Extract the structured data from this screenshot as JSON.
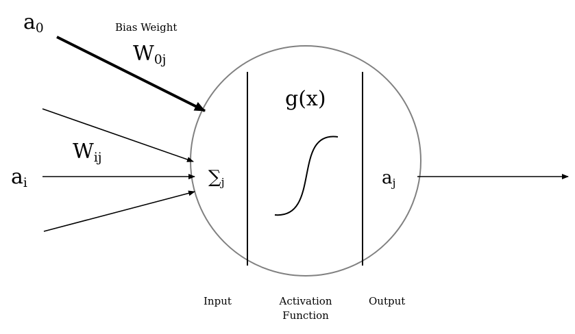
{
  "labels": {
    "bias_input": {
      "base": "a",
      "sub": "0"
    },
    "bias_weight_caption": "Bias Weight",
    "bias_weight": {
      "base": "W",
      "sub": "0j"
    },
    "input_weight": {
      "base": "W",
      "sub": "ij"
    },
    "input": {
      "base": "a",
      "sub": "i"
    },
    "sum": {
      "base": "∑",
      "sub": "j"
    },
    "activation_fn": "g(x)",
    "output": {
      "base": "a",
      "sub": "j"
    },
    "section_input": "Input",
    "section_activation_line1": "Activation",
    "section_activation_line2": "Function",
    "section_output": "Output"
  },
  "colors": {
    "stroke": "#000000",
    "circle": "#808080",
    "background": "#ffffff"
  }
}
